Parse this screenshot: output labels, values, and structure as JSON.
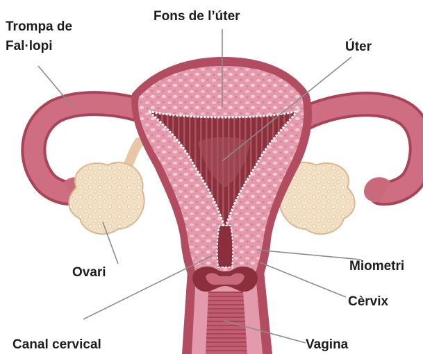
{
  "labels": {
    "fallopian_tube": [
      "Trompa de",
      "Fal·lopi"
    ],
    "fundus": "Fons de l’úter",
    "uterus": "Úter",
    "ovary": "Ovari",
    "myometrium": "Miometri",
    "cervix": "Cèrvix",
    "cervical_canal": "Canal cervical",
    "vagina": "Vagina"
  },
  "colors": {
    "tissue_dark": "#b24d61",
    "tissue_mid": "#c9697c",
    "tissue_light": "#e8a0b0",
    "cavity": "#8b2f3c",
    "cavity_highlight": "#a8545f",
    "ovary_fill": "#f3dfc4",
    "ovary_edge": "#d9b890",
    "leader_line": "#8c8c8c",
    "label_text": "#1c1c1c"
  }
}
